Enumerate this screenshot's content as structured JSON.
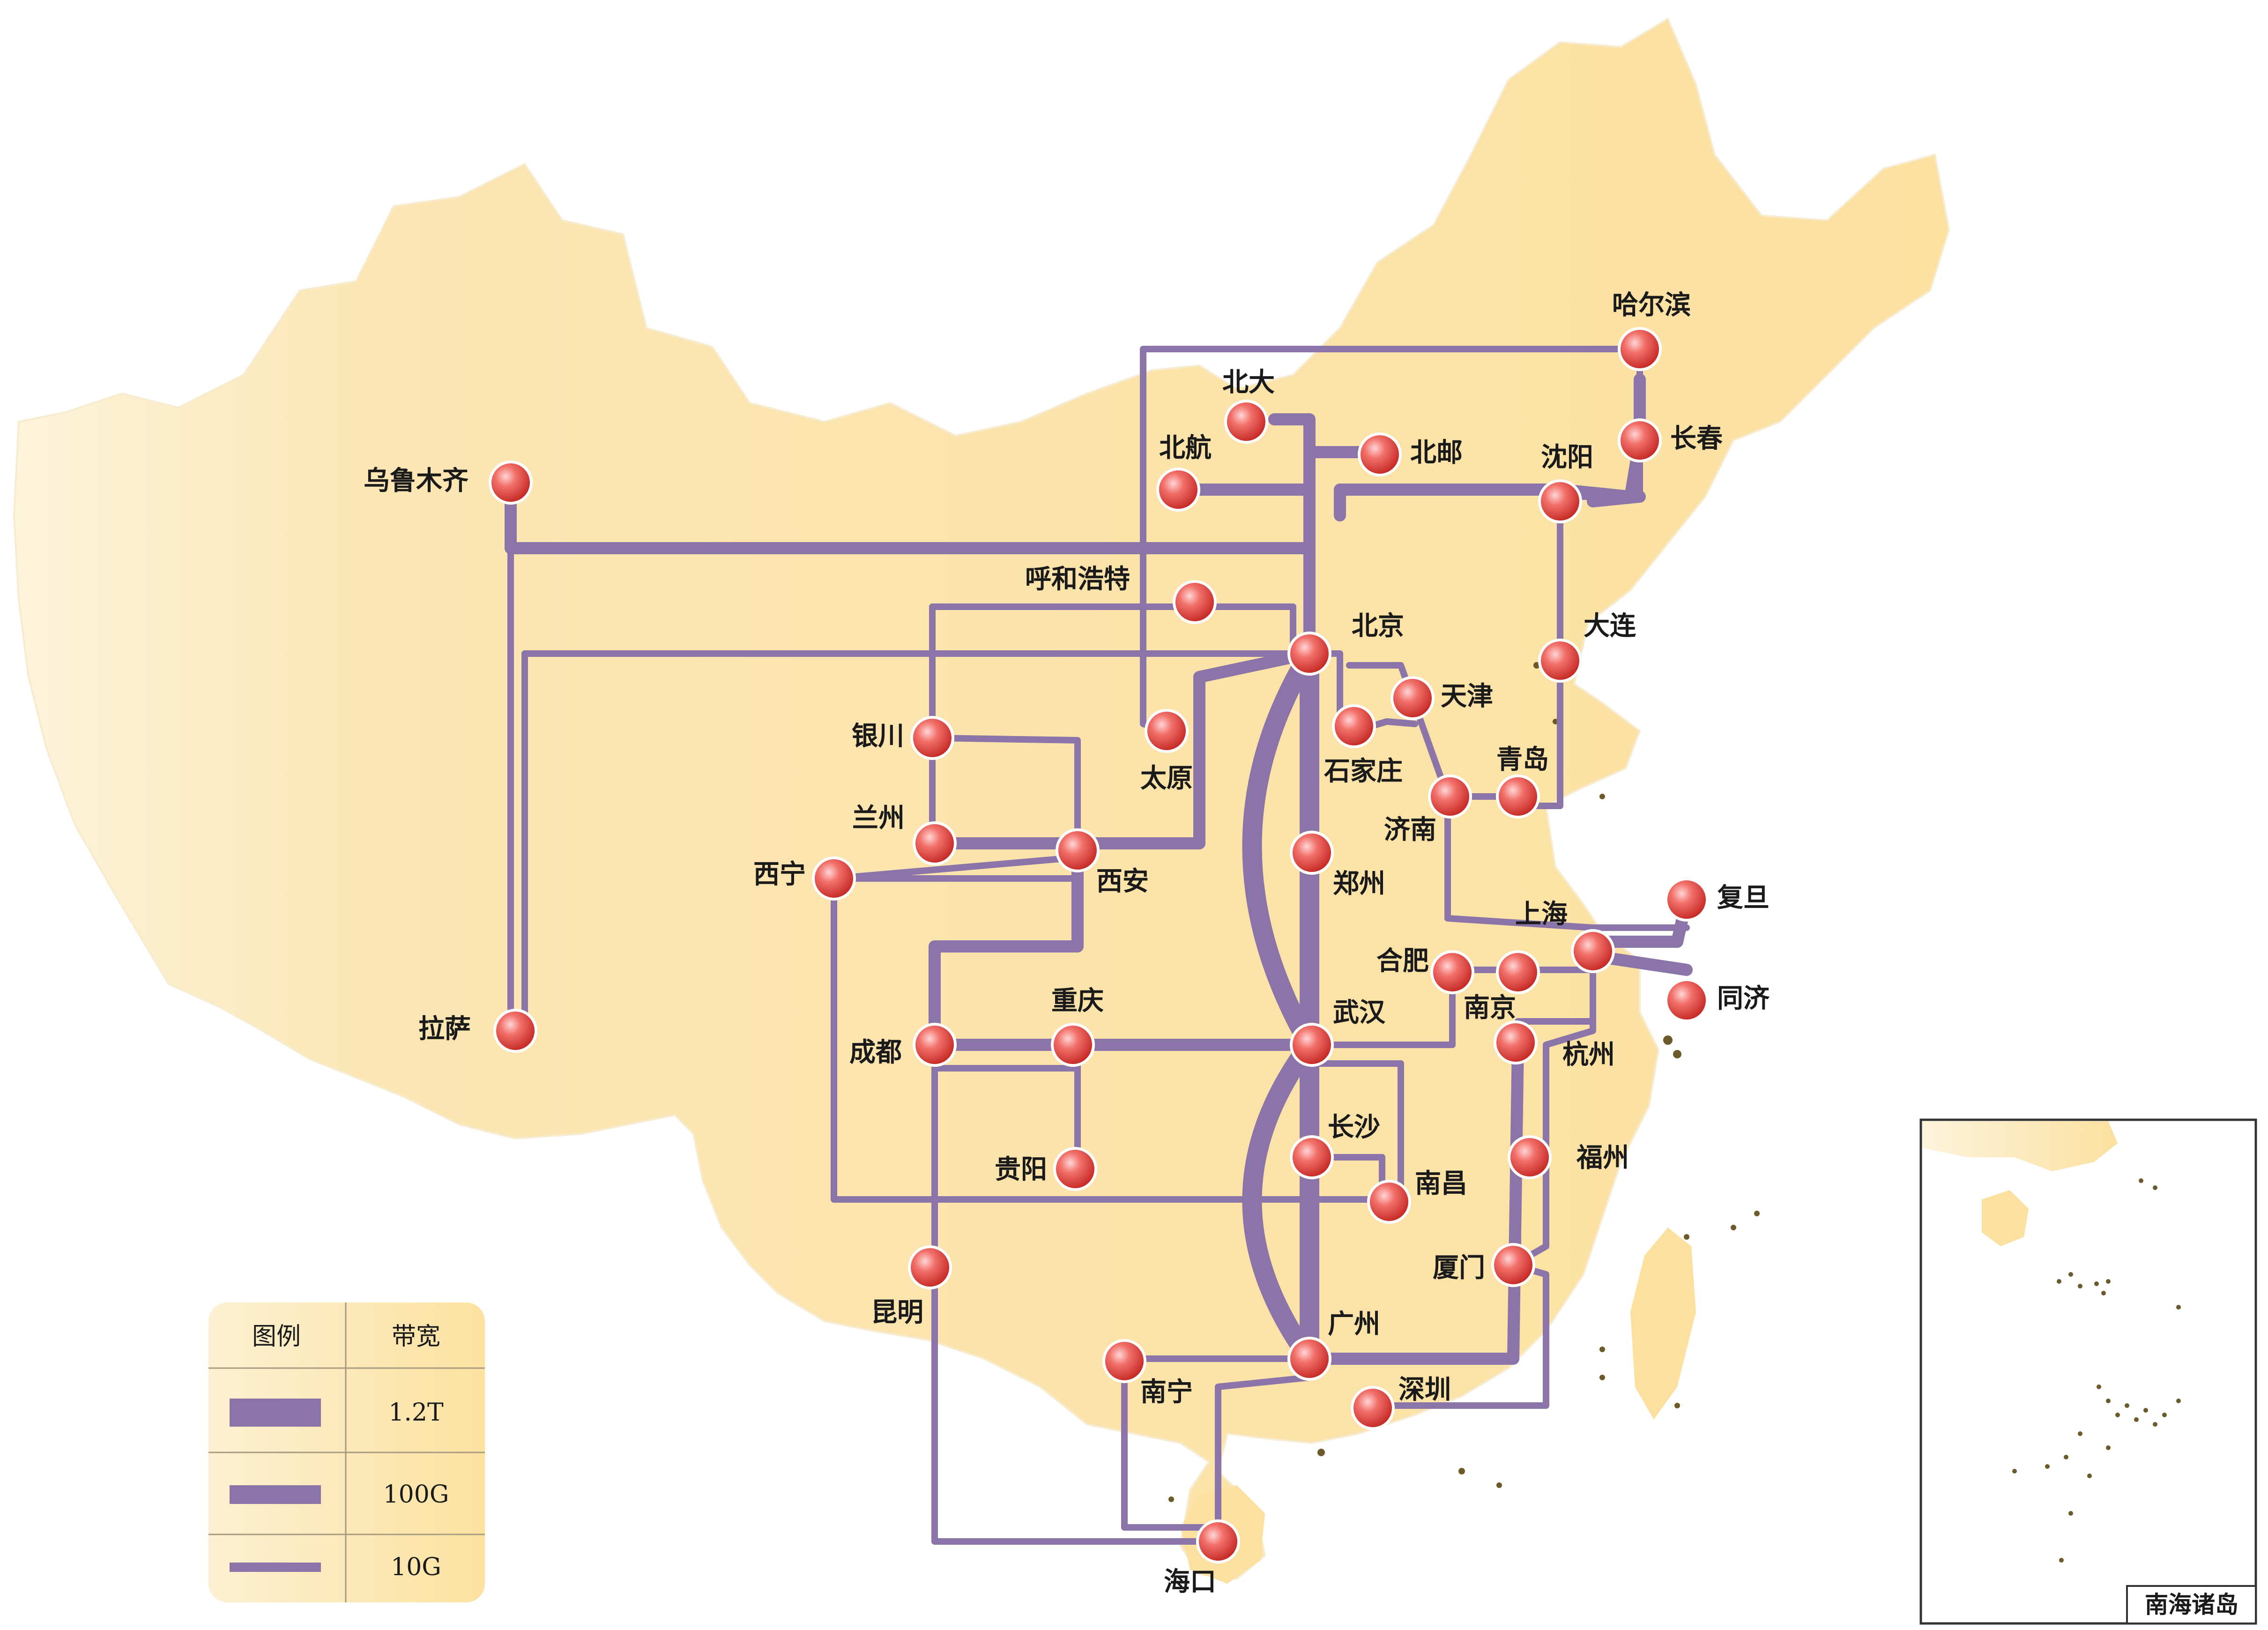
{
  "cities": {
    "urumqi": "乌鲁木齐",
    "lhasa": "拉萨",
    "harbin": "哈尔滨",
    "changchun": "长春",
    "shenyang": "沈阳",
    "dalian": "大连",
    "beida": "北大",
    "beiyou": "北邮",
    "beihang": "北航",
    "hohhot": "呼和浩特",
    "beijing": "北京",
    "tianjin": "天津",
    "taiyuan": "太原",
    "shijiazhuang": "石家庄",
    "yinchuan": "银川",
    "lanzhou": "兰州",
    "xining": "西宁",
    "xian": "西安",
    "zhengzhou": "郑州",
    "jinan": "济南",
    "qingdao": "青岛",
    "shanghai": "上海",
    "fudan": "复旦",
    "tongji": "同济",
    "hefei": "合肥",
    "nanjing": "南京",
    "hangzhou": "杭州",
    "chengdu": "成都",
    "chongqing": "重庆",
    "wuhan": "武汉",
    "guiyang": "贵阳",
    "changsha": "长沙",
    "nanchang": "南昌",
    "fuzhou": "福州",
    "kunming": "昆明",
    "xiamen": "厦门",
    "guangzhou": "广州",
    "nanning": "南宁",
    "shenzhen": "深圳",
    "haikou": "海口"
  },
  "legend": {
    "header_col1": "图例",
    "header_col2": "带宽",
    "rows": [
      "1.2T",
      "100G",
      "10G"
    ]
  },
  "inset": {
    "label": "南海诸岛"
  },
  "colors": {
    "land": "#fbe3a6",
    "land_edge": "#fdf3d8",
    "link": "#8a74a8",
    "node": "#e53a3a",
    "legend_bg": "#fbe6ae"
  }
}
